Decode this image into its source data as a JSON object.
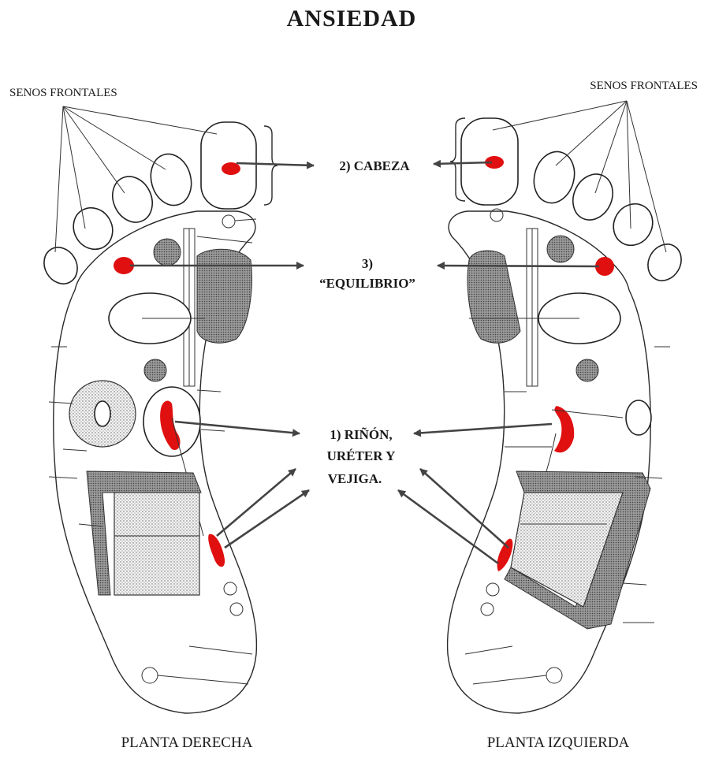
{
  "title": "ANSIEDAD",
  "left_top_label": "SENOS FRONTALES",
  "right_top_label": "SENOS FRONTALES",
  "points": {
    "cabeza": "2) CABEZA",
    "equilibrio_num": "3)",
    "equilibrio": "“EQUILIBRIO”",
    "rinon_line1": "1) RIÑÓN,",
    "rinon_line2": "URÉTER Y",
    "rinon_line3": "VEJIGA."
  },
  "captions": {
    "left": "PLANTA DERECHA",
    "right": "PLANTA IZQUIERDA"
  },
  "colors": {
    "highlight": "#e01010",
    "ink": "#2a2a2a"
  }
}
